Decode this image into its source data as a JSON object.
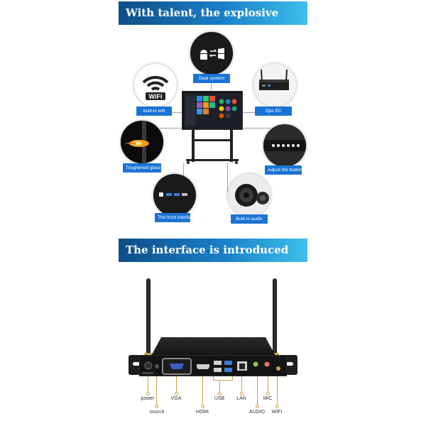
{
  "sections": {
    "top_title": "With talent, the explosive",
    "bottom_title": "The interface is introduced"
  },
  "features": {
    "dual_system": "Dual system",
    "wifi": "built-in wifi",
    "ops_pc": "Ops PC",
    "glass": "Toughened glass",
    "adjust": "Adjust the button",
    "front_interface": "The front interface",
    "audio": "Built-in audio",
    "wifi_icon_text": "WiFi"
  },
  "ports": {
    "power": "power",
    "source": "source",
    "vga": "VGA",
    "hdmi": "HDMI",
    "usb": "USB",
    "lan": "LAN",
    "audio": "AUDIO",
    "mic": "MIC",
    "wifi": "WIFI"
  },
  "colors": {
    "banner_start": "#0e4e86",
    "banner_end": "#3dc0ea",
    "pill": "#1a73d6",
    "leader": "#c9a24a"
  }
}
